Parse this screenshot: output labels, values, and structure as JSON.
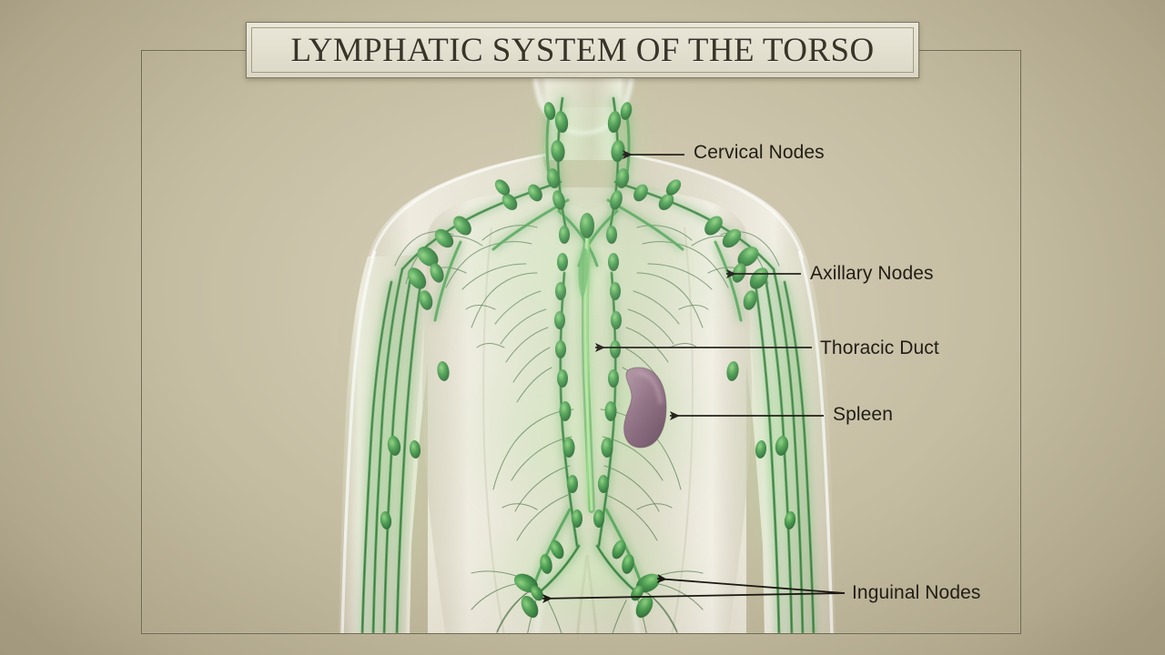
{
  "title": {
    "text": "LYMPHATIC SYSTEM OF THE TORSO"
  },
  "labels": {
    "cervical": "Cervical Nodes",
    "axillary": "Axillary Nodes",
    "thoracic": "Thoracic Duct",
    "spleen": "Spleen",
    "inguinal": "Inguinal Nodes"
  },
  "colors": {
    "background_light": "#d2cab1",
    "background_dark": "#b4ab8e",
    "frame_line": "#6f6a52",
    "plaque_fill": "#e6e3d4",
    "title_text": "#3a3428",
    "label_text": "#211d16",
    "lymph_green": "#4f9e55",
    "lymph_glow": "#b7e6a8",
    "vessel_dark": "#3f6b3c",
    "spleen_purple": "#8c6b7e",
    "body_skin": "#e8e4d6"
  },
  "figure": {
    "subject": "anterior view of human torso with lymphatic system",
    "organs": [
      "spleen"
    ],
    "node_groups": [
      "cervical",
      "axillary",
      "thoracic duct",
      "inguinal"
    ]
  }
}
